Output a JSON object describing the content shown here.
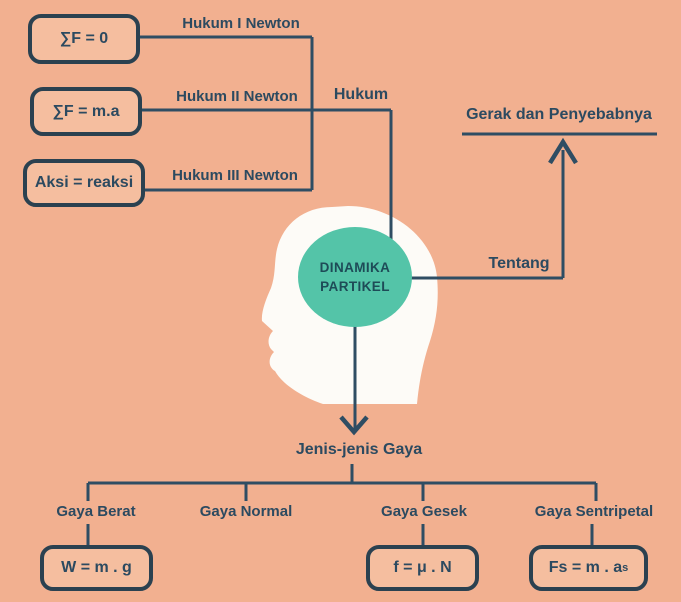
{
  "palette": {
    "background": "#F2B090",
    "line": "#2F4D63",
    "box_border": "#2B4150",
    "box_fill": "#F5BE9F",
    "head": "#FDFBF7",
    "circle": "#54C4A8",
    "circle_text": "#1E4B57",
    "text": "#2C4A60"
  },
  "center_topic": {
    "line1": "DINAMIKA",
    "line2": "PARTIKEL"
  },
  "laws": {
    "branch_label": "Hukum",
    "items": [
      {
        "formula": "∑F = 0",
        "law": "Hukum I Newton"
      },
      {
        "formula": "∑F = m.a",
        "law": "Hukum II Newton"
      },
      {
        "formula": "Aksi = reaksi",
        "law": "Hukum III Newton"
      }
    ]
  },
  "about": {
    "branch_label": "Tentang",
    "topic": "Gerak dan Penyebabnya"
  },
  "forces": {
    "title": "Jenis-jenis Gaya",
    "items": [
      {
        "label": "Gaya Berat",
        "formula": "W = m . g"
      },
      {
        "label": "Gaya Normal"
      },
      {
        "label": "Gaya Gesek",
        "formula": "f = μ . N"
      },
      {
        "label": "Gaya Sentripetal",
        "formula": "Fs = m . a",
        "formula_subscript": "s"
      }
    ]
  }
}
